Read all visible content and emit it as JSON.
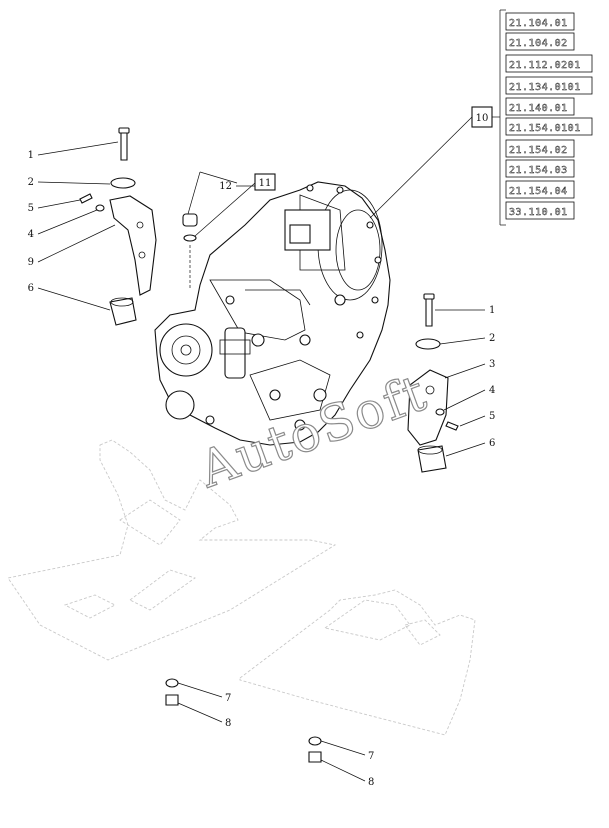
{
  "watermark": "AutoSoft",
  "reference_box": {
    "number": "10",
    "codes": [
      "21.104.01",
      "21.104.02",
      "21.112.0201",
      "21.134.0101",
      "21.140.01",
      "21.154.0101",
      "21.154.02",
      "21.154.03",
      "21.154.04",
      "33.110.01"
    ]
  },
  "callouts": {
    "left": [
      "1",
      "2",
      "5",
      "4",
      "9",
      "6"
    ],
    "right": [
      "1",
      "2",
      "3",
      "4",
      "5",
      "6"
    ],
    "top_center": [
      "12",
      "11"
    ],
    "lower_left": [
      "7",
      "8"
    ],
    "lower_center": [
      "7",
      "8"
    ]
  }
}
